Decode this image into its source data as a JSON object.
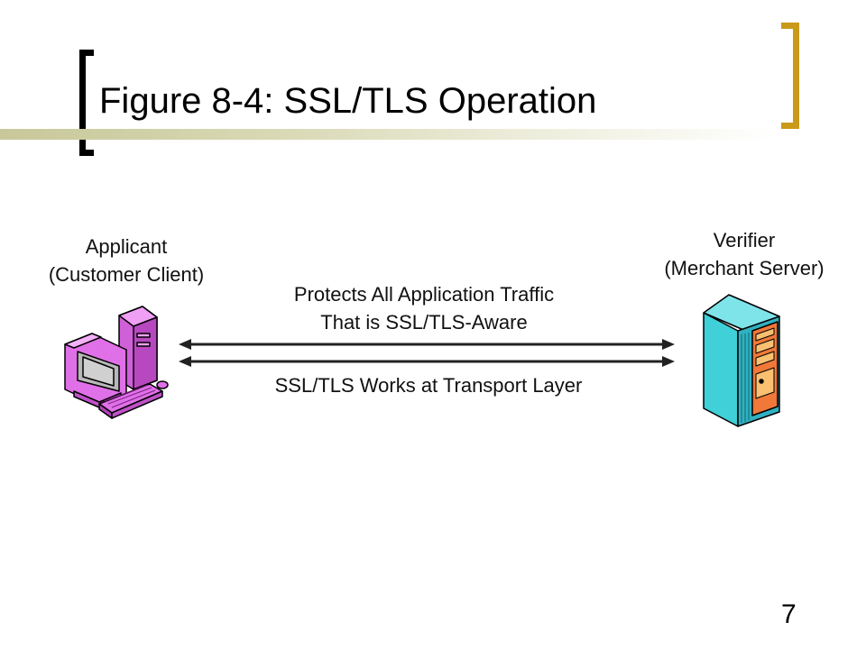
{
  "slide": {
    "title": "Figure 8-4: SSL/TLS Operation",
    "page_number": "7"
  },
  "diagram": {
    "applicant": {
      "line1": "Applicant",
      "line2": "(Customer Client)"
    },
    "verifier": {
      "line1": "Verifier",
      "line2": "(Merchant Server)"
    },
    "top_label": {
      "line1": "Protects All Application Traffic",
      "line2": "That is SSL/TLS-Aware"
    },
    "bottom_label": "SSL/TLS Works at Transport Layer",
    "icons": {
      "client": "desktop-computer-icon",
      "server": "server-tower-icon"
    }
  },
  "colors": {
    "title_accent": "#c99a1a",
    "computer": "#e070e8",
    "server_front": "#3fd0d8",
    "server_panel": "#f07838"
  }
}
